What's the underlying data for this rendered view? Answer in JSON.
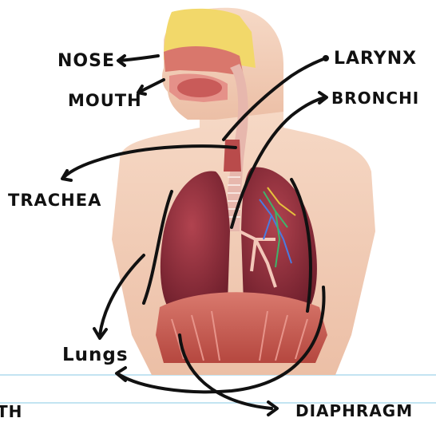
{
  "labels": {
    "nose": "NOSE",
    "mouth": "MOUTH",
    "larynx": "LARYNX",
    "bronchi": "BRONCHI",
    "trachea": "TRACHEA",
    "lungs": "Lungs",
    "diaphragm": "DIAPHRAGM",
    "edge_fragment": "TH"
  },
  "colors": {
    "skin": "#f1cdb6",
    "lung": "#8e2a3a",
    "muscle": "#c65b52",
    "airway": "#e7b7ad",
    "sinus": "#f2d86a",
    "rule": "#9fd3ea"
  }
}
